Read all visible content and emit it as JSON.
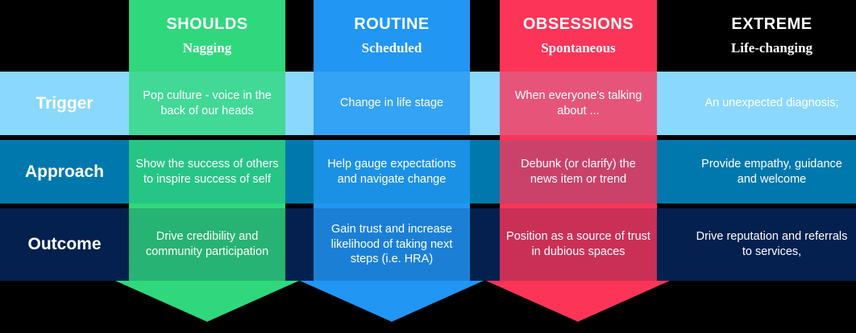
{
  "columns": [
    {
      "title": "SHOULDS",
      "subtitle": "Nagging",
      "color": "#2FD87C",
      "has_arrow": true
    },
    {
      "title": "ROUTINE",
      "subtitle": "Scheduled",
      "color": "#2196F3",
      "has_arrow": true
    },
    {
      "title": "OBSESSIONS",
      "subtitle": "Spontaneous",
      "color": "#FC3558",
      "has_arrow": true
    },
    {
      "title": "EXTREME",
      "subtitle": "Life-changing",
      "color": "#000000",
      "has_arrow": false
    }
  ],
  "rows": [
    {
      "label": "Trigger",
      "color": "#8AD8FC"
    },
    {
      "label": "Approach",
      "color": "#0078AE"
    },
    {
      "label": "Outcome",
      "color": "#04204F"
    }
  ],
  "cells": [
    [
      "Pop culture - voice in the back of our heads",
      "Change in life stage",
      "When everyone's talking about ...",
      "An unexpected diagnosis;"
    ],
    [
      "Show the success of others to inspire success of self",
      "Help gauge expectations and navigate change",
      "Debunk (or clarify) the news item or trend",
      "Provide empathy, guidance and welcome"
    ],
    [
      "Drive credibility and community participation",
      "Gain trust and increase likelihood of taking next steps (i.e. HRA)",
      "Position as a source of trust in dubious spaces",
      "Drive reputation and referrals to services,"
    ]
  ],
  "background": "#000000"
}
